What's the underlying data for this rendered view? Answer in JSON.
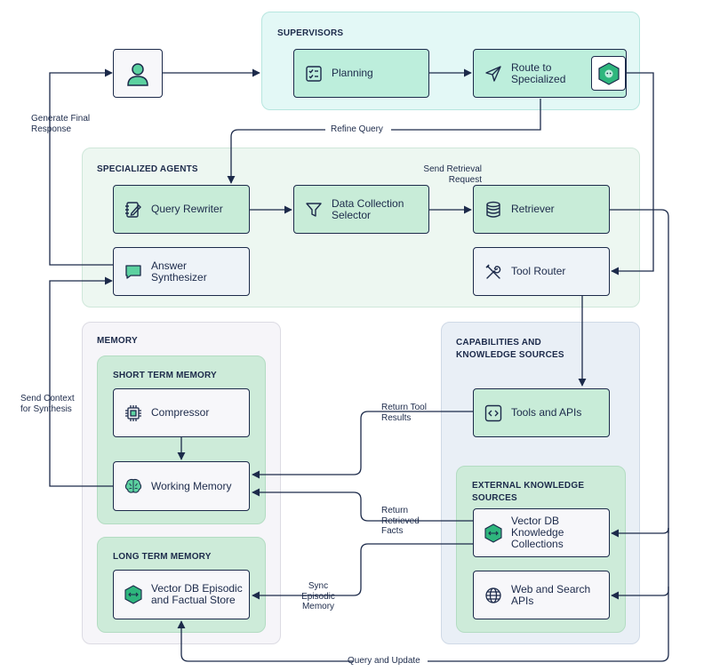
{
  "groups": {
    "supervisors": "SUPERVISORS",
    "specialized_agents": "SPECIALIZED AGENTS",
    "memory": "MEMORY",
    "short_term_memory": "SHORT TERM MEMORY",
    "long_term_memory": "LONG TERM MEMORY",
    "capabilities_line1": "CAPABILITIES AND",
    "capabilities_line2": "KNOWLEDGE SOURCES",
    "external_line1": "EXTERNAL KNOWLEDGE",
    "external_line2": "SOURCES"
  },
  "nodes": {
    "planning": "Planning",
    "route_line1": "Route to",
    "route_line2": "Specialized",
    "query_rewriter": "Query Rewriter",
    "data_collection_line1": "Data Collection",
    "data_collection_line2": "Selector",
    "retriever": "Retriever",
    "answer_line1": "Answer",
    "answer_line2": "Synthesizer",
    "tool_router": "Tool Router",
    "compressor": "Compressor",
    "working_memory": "Working Memory",
    "vector_episodic_line1": "Vector DB Episodic",
    "vector_episodic_line2": "and Factual Store",
    "tools_apis": "Tools and APIs",
    "vector_kc_line1": "Vector DB",
    "vector_kc_line2": "Knowledge",
    "vector_kc_line3": "Collections",
    "web_search_line1": "Web and Search",
    "web_search_line2": "APIs"
  },
  "edges": {
    "generate_final_line1": "Generate Final",
    "generate_final_line2": "Response",
    "refine_query": "Refine Query",
    "send_retrieval_line1": "Send Retrieval",
    "send_retrieval_line2": "Request",
    "send_context_line1": "Send Context",
    "send_context_line2": "for Synthesis",
    "return_tool_line1": "Return Tool",
    "return_tool_line2": "Results",
    "return_facts_line1": "Return",
    "return_facts_line2": "Retrieved",
    "return_facts_line3": "Facts",
    "sync_line1": "Sync",
    "sync_line2": "Episodic",
    "sync_line3": "Memory",
    "query_update": "Query and Update"
  },
  "icons": {
    "user": "user-icon",
    "planning": "checklist-icon",
    "route": "send-icon",
    "agent": "agent-hexagon-icon",
    "query_rewriter": "notebook-pen-icon",
    "data_collection": "filter-icon",
    "retriever": "database-icon",
    "answer": "chat-bubble-icon",
    "tool_router": "tools-icon",
    "compressor": "chip-icon",
    "working_memory": "brain-icon",
    "vector_db": "hexagon-db-icon",
    "tools_apis": "code-icon",
    "web_search": "globe-icon"
  },
  "colors": {
    "ink": "#1c2a4a",
    "node_green": "#bdeedc",
    "hex_green": "#2eb67d"
  }
}
